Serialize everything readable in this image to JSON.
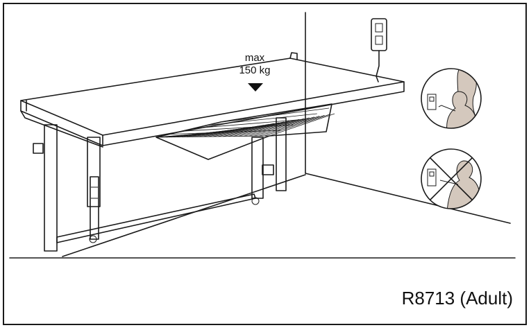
{
  "figure": {
    "load_label_line1": "max",
    "load_label_line2": "150 kg",
    "caption": "R8713 (Adult)"
  },
  "icons": [
    "wall-control-unit-icon",
    "allowed-adult-operation-icon",
    "prohibited-child-operation-icon"
  ],
  "colors": {
    "line": "#1a1a1a",
    "table_top": "#f2f2f2",
    "silhouette": "#d4c8bd",
    "background": "#ffffff"
  }
}
